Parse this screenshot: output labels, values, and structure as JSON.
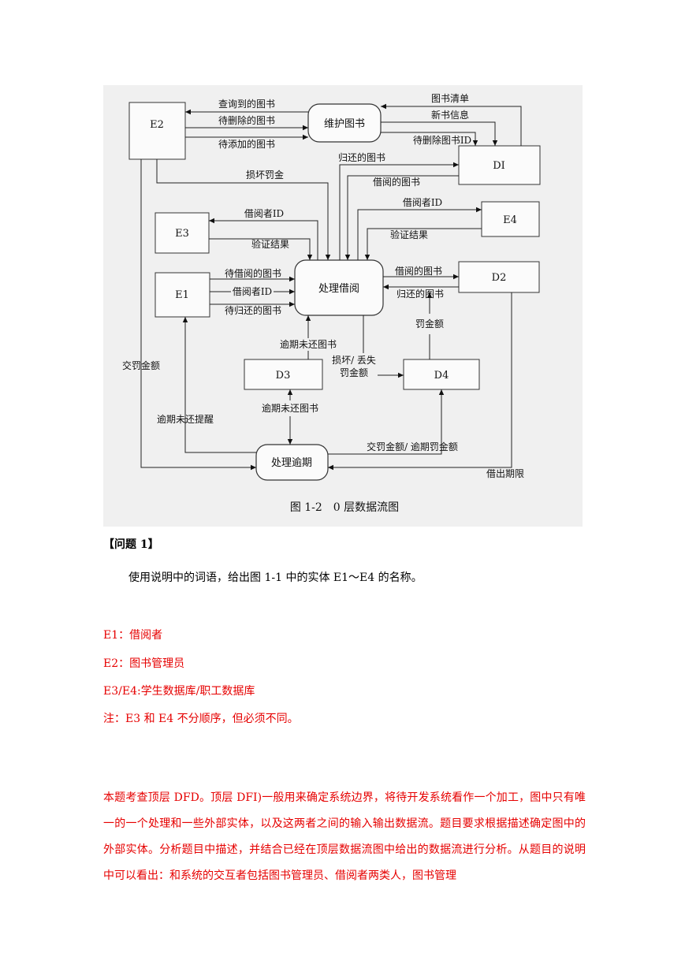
{
  "figure": {
    "caption": "图 1-2　0 层数据流图",
    "nodes": {
      "e2": "E2",
      "e3": "E3",
      "e1": "E1",
      "e4": "E4",
      "d1": "DI",
      "d2": "D2",
      "d3": "D3",
      "d4": "D4",
      "p_maintain": "维护图书",
      "p_borrow": "处理借阅",
      "p_overdue": "处理逾期"
    },
    "flows": {
      "queried_books": "查询到的图书",
      "books_to_delete": "待删除的图书",
      "books_to_add": "待添加的图书",
      "book_list": "图书清单",
      "new_book_info": "新书信息",
      "book_id_to_delete": "待删除图书ID",
      "returned_books_d1": "归还的图书",
      "damage_fine": "损坏罚金",
      "borrowed_books_d1": "借阅的图书",
      "borrower_id_e3": "借阅者ID",
      "verify_result_e3": "验证结果",
      "borrower_id_e4": "借阅者ID",
      "verify_result_e4": "验证结果",
      "books_to_borrow": "待借阅的图书",
      "borrower_id_e1": "借阅者ID",
      "books_to_return": "待归还的图书",
      "borrowed_books_d2": "借阅的图书",
      "returned_books_d2": "归还的图书",
      "fine_amount": "罚金额",
      "overdue_books_1": "逾期未还图书",
      "damage_loss_fine": "损坏/ 丢失\n罚金额",
      "overdue_books_2": "逾期未还图书",
      "pay_fine": "交罚金额",
      "overdue_reminder": "逾期未还提醒",
      "pay_overdue_fine": "交罚金额/ 逾期罚金额",
      "borrow_deadline": "借出期限"
    }
  },
  "question": {
    "title": "【问题 1】",
    "text": "使用说明中的词语，给出图 1-1 中的实体 E1～E4 的名称。"
  },
  "answers": [
    "E1：借阅者",
    "E2：图书管理员",
    "E3/E4:学生数据库/职工数据库",
    "注：E3 和 E4 不分顺序，但必须不同。"
  ],
  "explanation": "本题考查顶层 DFD。顶层 DFI)一般用来确定系统边界，将待开发系统看作一个加工，图中只有唯一的一个处理和一些外部实体，以及这两者之间的输入输出数据流。题目要求根据描述确定图中的外部实体。分析题目中描述，并结合已经在顶层数据流图中给出的数据流进行分析。从题目的说明中可以看出：和系统的交互者包括图书管理员、借阅者两类人，图书管理",
  "colors": {
    "answer": "#e60000",
    "figure_bg": "#f0f0f0"
  }
}
